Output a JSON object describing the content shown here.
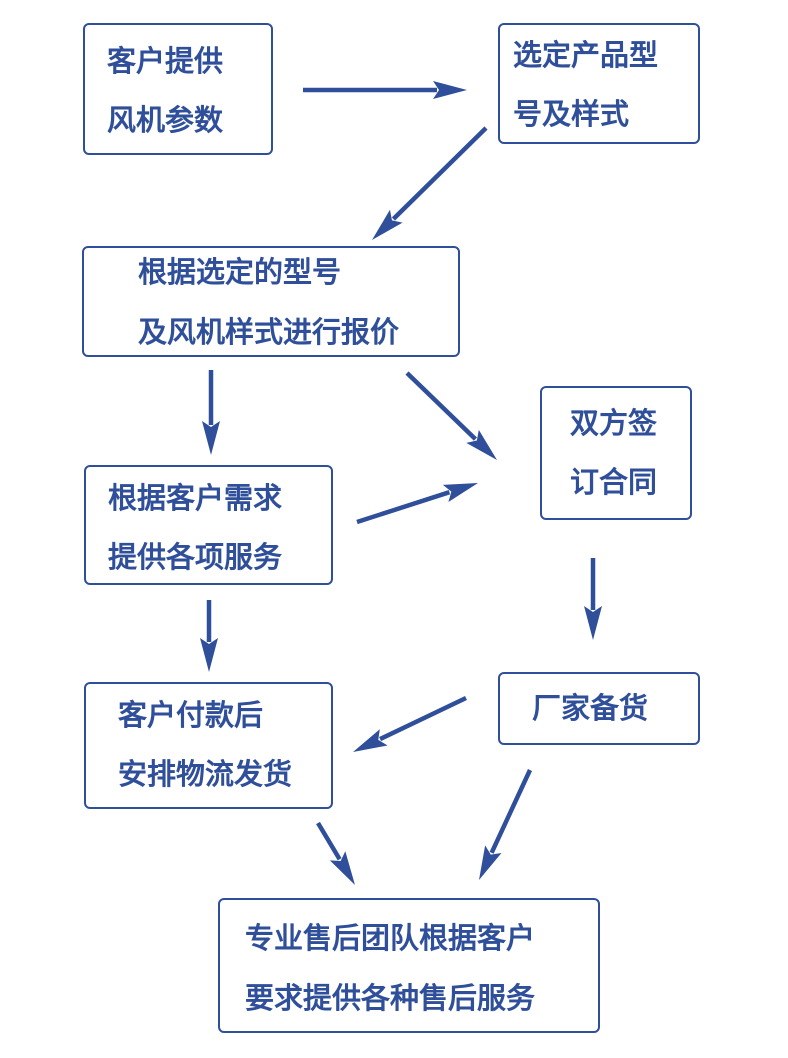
{
  "nodes": {
    "customer_params": {
      "lines": [
        "客户提供",
        "风机参数"
      ]
    },
    "select_model": {
      "lines": [
        "选定产品型",
        "号及样式"
      ]
    },
    "quote": {
      "lines": [
        "根据选定的型号",
        "及风机样式进行报价"
      ]
    },
    "sign_contract": {
      "lines": [
        "双方签",
        "订合同"
      ]
    },
    "services": {
      "lines": [
        "根据客户需求",
        "提供各项服务"
      ]
    },
    "factory_stock": {
      "lines": [
        "厂家备货"
      ]
    },
    "payment_shipping": {
      "lines": [
        "客户付款后",
        "安排物流发货"
      ]
    },
    "after_sales": {
      "lines": [
        "专业售后团队根据客户",
        "要求提供各种售后服务"
      ]
    }
  },
  "edges": [
    {
      "from": "customer_params",
      "to": "select_model"
    },
    {
      "from": "select_model",
      "to": "quote"
    },
    {
      "from": "quote",
      "to": "services"
    },
    {
      "from": "quote",
      "to": "sign_contract"
    },
    {
      "from": "services",
      "to": "sign_contract"
    },
    {
      "from": "sign_contract",
      "to": "factory_stock"
    },
    {
      "from": "services",
      "to": "payment_shipping"
    },
    {
      "from": "factory_stock",
      "to": "payment_shipping"
    },
    {
      "from": "payment_shipping",
      "to": "after_sales"
    },
    {
      "from": "factory_stock",
      "to": "after_sales"
    }
  ],
  "colors": {
    "accent": "#2f4f9a",
    "background": "#ffffff"
  }
}
